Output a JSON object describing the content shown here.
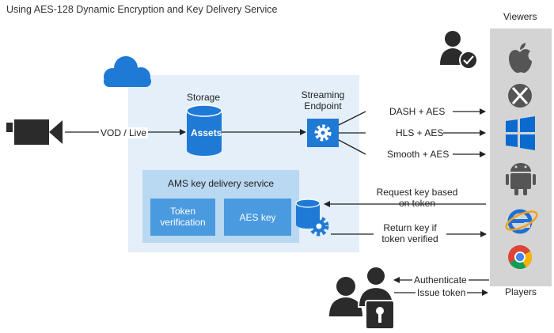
{
  "title": "Using AES-128 Dynamic Encryption and Key Delivery Service",
  "labels": {
    "viewers": "Viewers",
    "players": "Players",
    "storage": "Storage",
    "assets": "Assets",
    "streaming_endpoint_line1": "Streaming",
    "streaming_endpoint_line2": "Endpoint",
    "vod_live": "VOD / Live",
    "ams_key_delivery": "AMS key delivery service",
    "token_verification_line1": "Token",
    "token_verification_line2": "verification",
    "aes_key": "AES key"
  },
  "protocols": [
    "DASH + AES",
    "HLS + AES",
    "Smooth + AES"
  ],
  "key_flow": {
    "request_line1": "Request key based",
    "request_line2": "on token",
    "return_line1": "Return key if",
    "return_line2": "token verified"
  },
  "auth_flow": {
    "authenticate": "Authenticate",
    "issue_token": "Issue token"
  },
  "players": [
    "apple-icon",
    "xbox-icon",
    "windows-icon",
    "android-icon",
    "internet-explorer-icon",
    "chrome-icon"
  ],
  "colors": {
    "azure_blue": "#1f7ad6",
    "panel_light": "#e4eff9",
    "key_service_box": "#b9d8f1",
    "key_service_inner": "#4a9ae0",
    "viewers_panel": "#d4d4d4",
    "dark_icon": "#2b2b2b",
    "arrow": "#222222"
  }
}
